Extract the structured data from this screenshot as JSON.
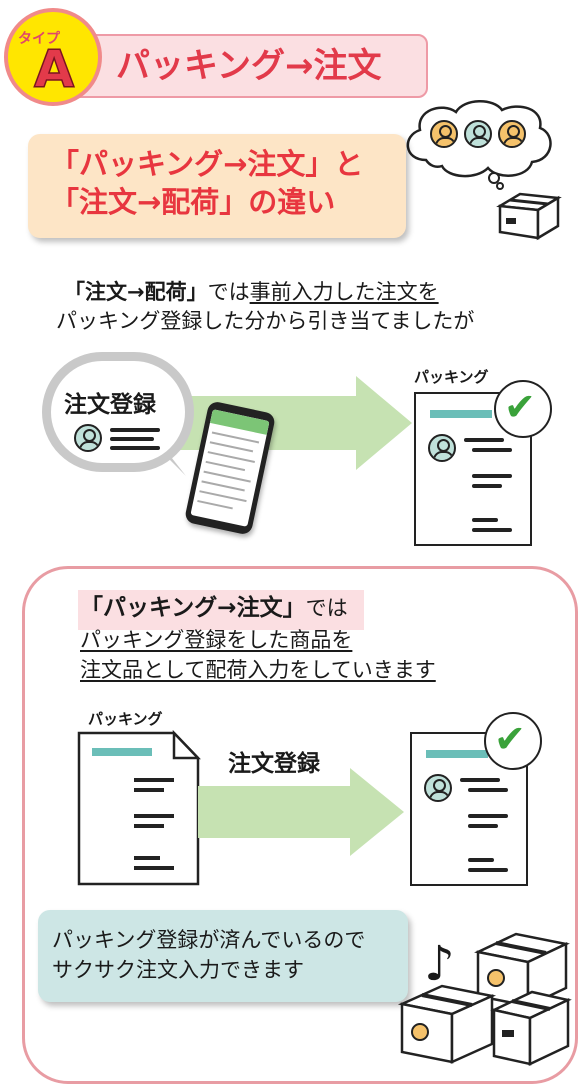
{
  "header": {
    "type_small": "タイプ",
    "type_letter": "A",
    "title": "パッキング→注文"
  },
  "difference": {
    "line1": "「パッキング→注文」と",
    "line2": "「注文→配荷」の違い"
  },
  "section1": {
    "line1_bold": "「注文→配荷」",
    "line1_mid": "では",
    "line1_ul": "事前入力した注文を",
    "line2": "パッキング登録した分から引き当てましたが",
    "bubble_label": "注文登録",
    "packing_label": "パッキング"
  },
  "section2": {
    "line1_bold": "「パッキング→注文」",
    "line1_mid": "では",
    "line2": "パッキング登録をした商品を",
    "line3": "注文品として配荷入力をしていきます",
    "packing_label": "パッキング",
    "arrow_label": "注文登録"
  },
  "note": {
    "line1": "パッキング登録が済んでいるので",
    "line2": "サクサク注文入力できます"
  },
  "icons": {
    "music": "♪",
    "check": "✔"
  },
  "colors": {
    "accent_red": "#e23a4a",
    "title_pink": "#fbdfe2",
    "diff_orange": "#fde5c6",
    "arrow_green": "#c6e2b2",
    "doc_teal": "#6bbeb8",
    "note_teal": "#cde6e5",
    "panel_border": "#e89ca3"
  }
}
